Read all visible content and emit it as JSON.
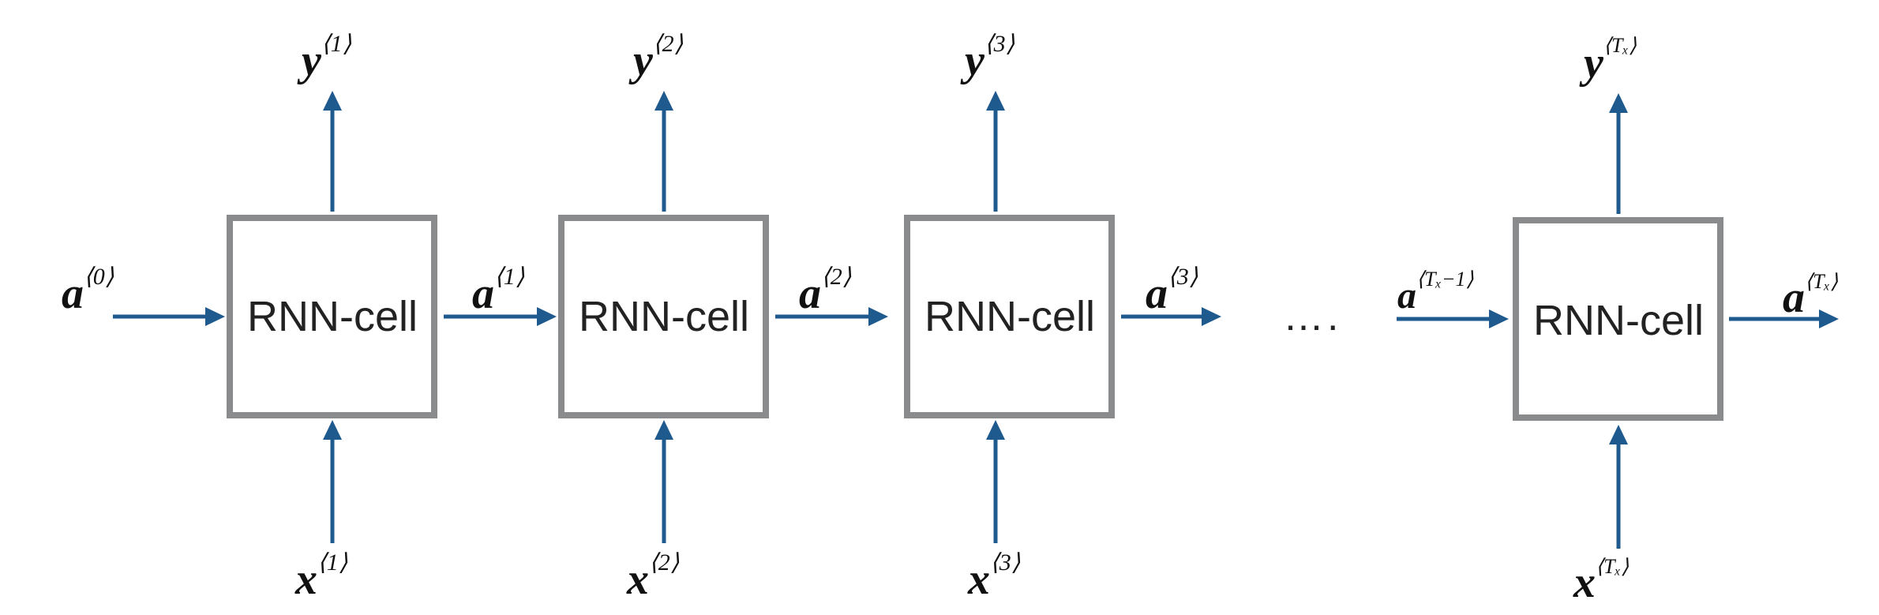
{
  "cells": [
    {
      "label": "RNN-cell",
      "y_base": "y",
      "y_sup": "⟨1⟩",
      "x_base": "x",
      "x_sup": "⟨1⟩"
    },
    {
      "label": "RNN-cell",
      "y_base": "y",
      "y_sup": "⟨2⟩",
      "x_base": "x",
      "x_sup": "⟨2⟩"
    },
    {
      "label": "RNN-cell",
      "y_base": "y",
      "y_sup": "⟨3⟩",
      "x_base": "x",
      "x_sup": "⟨3⟩"
    },
    {
      "label": "RNN-cell",
      "y_base": "y",
      "y_sup": "⟨Tₓ⟩",
      "x_base": "x",
      "x_sup": "⟨Tₓ⟩"
    }
  ],
  "hidden_states": [
    {
      "base": "a",
      "sup": "⟨0⟩"
    },
    {
      "base": "a",
      "sup": "⟨1⟩"
    },
    {
      "base": "a",
      "sup": "⟨2⟩"
    },
    {
      "base": "a",
      "sup": "⟨3⟩"
    },
    {
      "base": "a",
      "sup": "⟨Tₓ−1⟩"
    },
    {
      "base": "a",
      "sup": "⟨Tₓ⟩"
    }
  ],
  "ellipsis": "….",
  "colors": {
    "arrow": "#1f5a8f",
    "box_border": "#8a8b8d"
  }
}
